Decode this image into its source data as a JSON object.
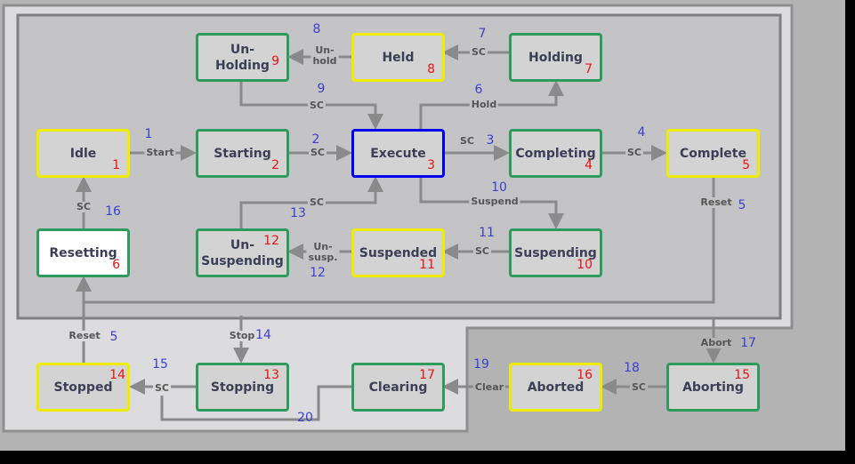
{
  "states": [
    {
      "name": "Idle",
      "number": "1"
    },
    {
      "name": "Starting",
      "number": "2"
    },
    {
      "name": "Execute",
      "number": "3"
    },
    {
      "name": "Completing",
      "number": "4"
    },
    {
      "name": "Complete",
      "number": "5"
    },
    {
      "name": "Resetting",
      "number": "6"
    },
    {
      "name": "Holding",
      "number": "7"
    },
    {
      "name": "Held",
      "number": "8"
    },
    {
      "name": "Un-\nHolding",
      "number": "9"
    },
    {
      "name": "Suspending",
      "number": "10"
    },
    {
      "name": "Suspended",
      "number": "11"
    },
    {
      "name": "Un-\nSuspending",
      "number": "12"
    },
    {
      "name": "Stopping",
      "number": "13"
    },
    {
      "name": "Stopped",
      "number": "14"
    },
    {
      "name": "Aborting",
      "number": "15"
    },
    {
      "name": "Aborted",
      "number": "16"
    },
    {
      "name": "Clearing",
      "number": "17"
    }
  ],
  "transitions": [
    {
      "label": "Start",
      "number": "1"
    },
    {
      "label": "SC",
      "number": "2"
    },
    {
      "label": "SC",
      "number": "3"
    },
    {
      "label": "SC",
      "number": "4"
    },
    {
      "label": "Reset",
      "number": "5"
    },
    {
      "label": "Hold",
      "number": "6"
    },
    {
      "label": "SC",
      "number": "7"
    },
    {
      "label": "Un-\nhold",
      "number": "8"
    },
    {
      "label": "SC",
      "number": "9"
    },
    {
      "label": "Suspend",
      "number": "10"
    },
    {
      "label": "SC",
      "number": "11"
    },
    {
      "label": "Un-\nsusp.",
      "number": "12"
    },
    {
      "label": "SC",
      "number": "13"
    },
    {
      "label": "Stop",
      "number": "14"
    },
    {
      "label": "SC",
      "number": "15"
    },
    {
      "label": "SC",
      "number": "16"
    },
    {
      "label": "Abort",
      "number": "17"
    },
    {
      "label": "SC",
      "number": "18"
    },
    {
      "label": "Clear",
      "number": "19"
    },
    {
      "label": "",
      "number": "20"
    },
    {
      "label": "Reset",
      "number": "5"
    }
  ],
  "colors": {
    "acting": "#2e9a5b",
    "wait": "#efec00",
    "execute": "#0000ee",
    "line": "#8a8a8a"
  }
}
